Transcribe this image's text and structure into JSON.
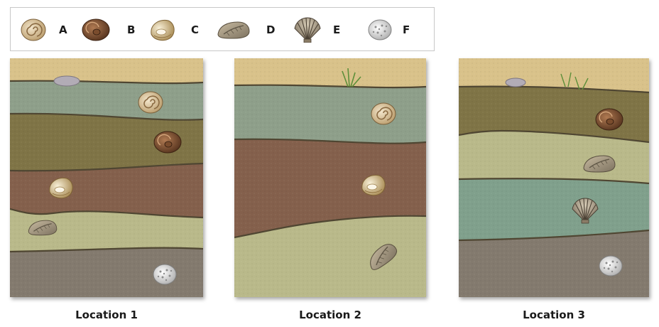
{
  "legend": {
    "items": [
      {
        "letter": "A",
        "icon": "spiral-shell-icon"
      },
      {
        "letter": "B",
        "icon": "coiled-shell-icon"
      },
      {
        "letter": "C",
        "icon": "clam-shell-icon"
      },
      {
        "letter": "D",
        "icon": "fossil-stone-icon"
      },
      {
        "letter": "E",
        "icon": "scallop-shell-icon"
      },
      {
        "letter": "F",
        "icon": "coral-fragment-icon"
      }
    ]
  },
  "locations": [
    {
      "label": "Location 1",
      "layers_top_to_bottom": [
        "soil",
        "gray-green",
        "olive",
        "brown",
        "pale-green",
        "gray"
      ],
      "fossils_top_to_bottom": [
        "A",
        "B",
        "C",
        "D",
        "F"
      ]
    },
    {
      "label": "Location 2",
      "layers_top_to_bottom": [
        "soil",
        "gray-green",
        "brown",
        "pale-green"
      ],
      "fossils_top_to_bottom": [
        "A",
        "C",
        "D"
      ]
    },
    {
      "label": "Location 3",
      "layers_top_to_bottom": [
        "soil",
        "olive",
        "pale-green",
        "teal-green",
        "gray"
      ],
      "fossils_top_to_bottom": [
        "B",
        "D",
        "E",
        "F"
      ]
    }
  ],
  "colors": {
    "soil": "#d9c28a",
    "gray_green": "#8e9f8a",
    "olive": "#7f7446",
    "brown": "#84604c",
    "pale_green": "#b9b98a",
    "teal_green": "#80a08c",
    "gray": "#837a6e",
    "boundary": "#4f4632"
  }
}
